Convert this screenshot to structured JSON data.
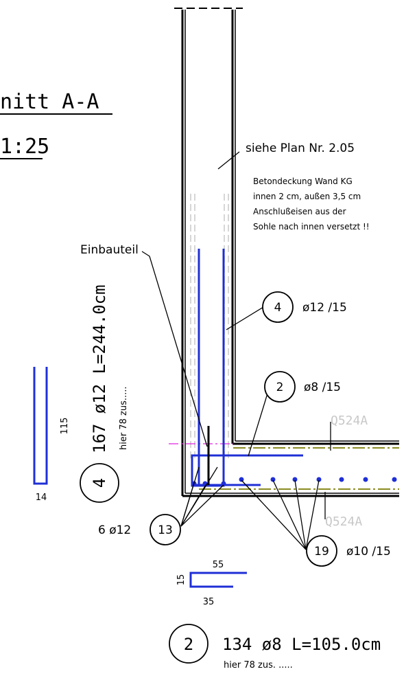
{
  "title": {
    "line1": "nitt A-A",
    "line2": "1:25"
  },
  "reference": "siehe Plan Nr. 2.05",
  "notes": [
    "Betondeckung Wand KG",
    "innen 2 cm, außen 3,5 cm",
    "Anschlußeisen aus der",
    "Sohle nach innen versetzt !!"
  ],
  "einbauteil": "Einbauteil",
  "callouts": {
    "bar4": {
      "num": "4",
      "spec": "ø12 /15"
    },
    "bar2": {
      "num": "2",
      "spec": "ø8 /15"
    },
    "bar13": {
      "num": "13",
      "count": "6 ø12"
    },
    "bar19": {
      "num": "19",
      "spec": "ø10 /15"
    }
  },
  "mesh": {
    "top": "Q524A",
    "bottom": "Q524A"
  },
  "schedule4": {
    "num": "4",
    "line": "167 ø12  L=244.0cm",
    "sub": "hier 78 zus.....",
    "dim_height": "115",
    "dim_width": "14"
  },
  "schedule2": {
    "num": "2",
    "line": "134  ø8   L=105.0cm",
    "sub": "hier 78 zus. .....",
    "dim_top": "55",
    "dim_side": "15",
    "dim_bottom": "35"
  },
  "colors": {
    "rebar": "#1f2fd6",
    "mesh": "#8a8a20",
    "axis": "#e020e0",
    "hidden": "#c8c8c8",
    "line": "#000000"
  }
}
